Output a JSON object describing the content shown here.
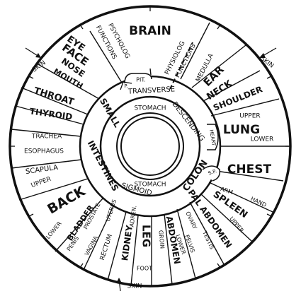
{
  "labels": {
    "brain": "BRAIN",
    "psychological": "PSYCHOLOG",
    "psych_functions": "FUNCTIONS",
    "physiological": "PHYSIOLOG",
    "phys_functions": "FUNCTIONS",
    "medulla": "MEDULLA",
    "ear": "EAR",
    "neck": "NECK",
    "shoulder": "SHOULDER",
    "lung": "LUNG",
    "lung_upper": "UPPER",
    "lung_lower": "LOWER",
    "chest": "CHEST",
    "arm": "ARM",
    "hand": "HAND",
    "spleen": "SPLEEN",
    "spleen_upper": "UPPER",
    "pal_abdomen": "PAL ABDOMEN",
    "ovary": "OVARY",
    "testis": "TESTIS",
    "pelvis": "PELVIS",
    "lower_abd": "LOWER",
    "abdomen": "ABDOMEN",
    "groin": "GROIN",
    "leg": "LEG",
    "foot": "FOOT",
    "kidney": "KIDNEY",
    "adren": "ADREN.",
    "rectum": "RECTUM",
    "uterus": "UTERUS",
    "vagina": "VAGINA",
    "prostate": "PROSTATE",
    "penis": "PENIS",
    "bladder": "BLADDER",
    "lower_back": "LOWER",
    "back": "BACK",
    "upper_back": "UPPER",
    "scapula": "SCAPULA",
    "esophagus": "ESOPHAGUS",
    "trachea": "TRACHEA",
    "thyroid": "THYROID",
    "throat": "THROAT",
    "mouth": "MOUTH",
    "nose": "NOSE",
    "face": "FACE",
    "eye": "EYE",
    "pit": "PIT.",
    "p": "P.",
    "sp": "S.P.",
    "heart": "HEART",
    "small": "SMALL",
    "intestines": "INTESTINES",
    "transverse": "TRANSVERSE",
    "descending": "DESCENDING",
    "colon": "COLON",
    "sigmoid": "SIGMOID",
    "stomach_top": "STOMACH",
    "stomach_bottom": "STOMACH",
    "skin_top_left": "SKIN",
    "skin_top_right": "SKIN",
    "skin_bottom": "SKIN"
  }
}
